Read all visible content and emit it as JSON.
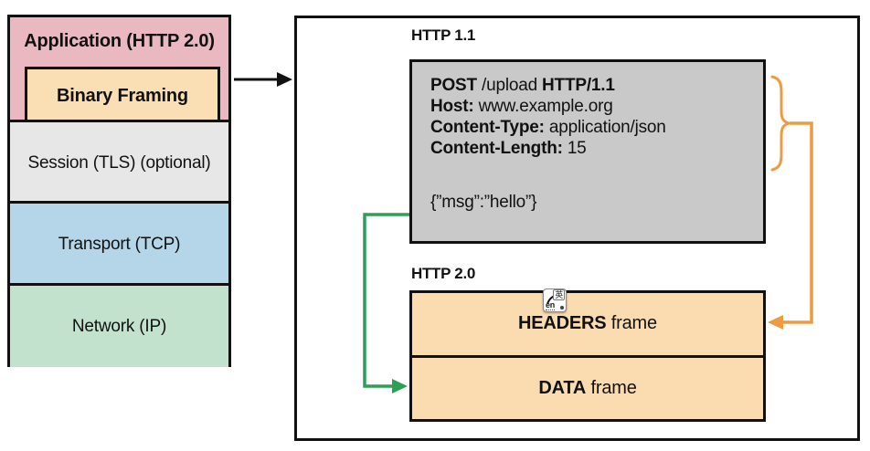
{
  "colors": {
    "layer_pink": "#eab8c0",
    "layer_tan": "#fbdfb4",
    "layer_gray": "#e7e7e7",
    "layer_blue": "#b5d6e9",
    "layer_green": "#c2e2ce",
    "request_box_gray": "#c9c9c9",
    "frame_orange": "#fbdcb0",
    "arrow_orange": "#ee9a40",
    "arrow_green": "#2ba157",
    "line_black": "#111111"
  },
  "stack": {
    "application_label": "Application (HTTP 2.0)",
    "binary_framing_label": "Binary Framing",
    "session_label": "Session (TLS) (optional)",
    "transport_label": "Transport (TCP)",
    "network_label": "Network (IP)"
  },
  "panel": {
    "http11_label": "HTTP 1.1",
    "http20_label": "HTTP 2.0",
    "request": {
      "method": "POST",
      "path": " /upload ",
      "version": "HTTP/1.1",
      "host_key": "Host:",
      "host_value": " www.example.org",
      "content_type_key": "Content-Type:",
      "content_type_value": " application/json",
      "content_length_key": "Content-Length:",
      "content_length_value": " 15",
      "body": "{”msg”:”hello”}"
    },
    "frames": {
      "headers_bold": "HEADERS",
      "headers_rest": " frame",
      "data_bold": "DATA",
      "data_rest": " frame"
    }
  },
  "translate_icon": {
    "source_lang": "en",
    "target_lang": "英"
  }
}
